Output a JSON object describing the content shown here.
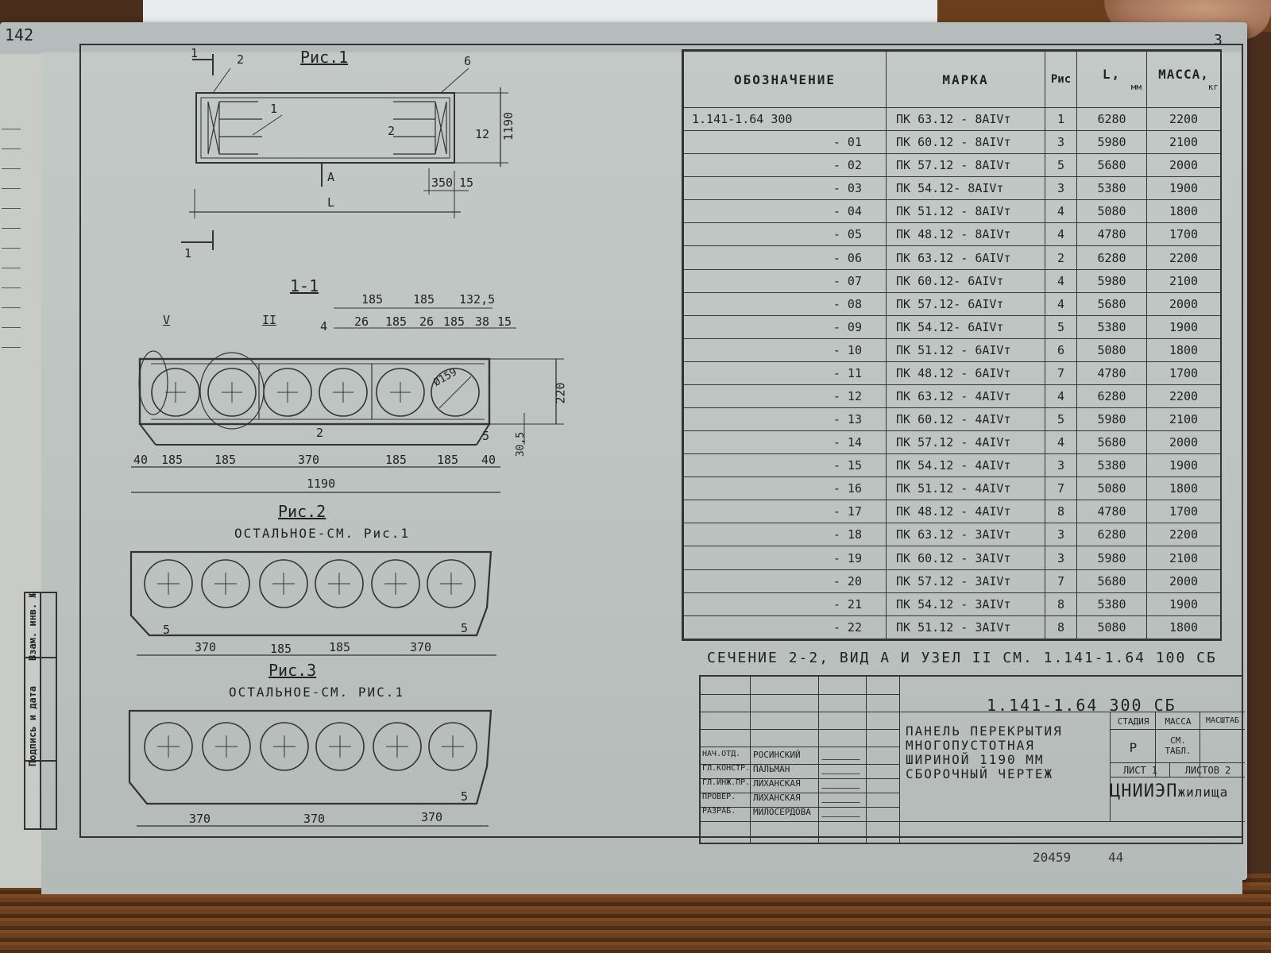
{
  "page_numbers": {
    "left": "142",
    "right": "3"
  },
  "figures": {
    "fig1": {
      "title": "Рис.1"
    },
    "section": {
      "title": "1-1"
    },
    "fig2": {
      "title": "Рис.2",
      "note": "ОСТАЛЬНОЕ-СМ. Рис.1"
    },
    "fig3": {
      "title": "Рис.3",
      "note": "ОСТАЛЬНОЕ-СМ. РИС.1"
    }
  },
  "fig1_labels": {
    "cut_mark": "1",
    "pos_2": "2",
    "pos_6": "6",
    "pos_1": "1",
    "cut_2": "2",
    "view_a": "A",
    "length": "L",
    "dim_1190": "1190",
    "dim_12": "12",
    "dim_350": "350",
    "dim_15": "15"
  },
  "section_labels": {
    "node_v": "V",
    "node_ii": "II",
    "pos_4": "4",
    "pos_2": "2",
    "pos_5": "5",
    "diameter": "Ø159",
    "top_185a": "185",
    "top_185b": "185",
    "top_1325": "132,5",
    "sub_26a": "26",
    "sub_185a": "185",
    "sub_26b": "26",
    "sub_185b": "185",
    "sub_38": "38",
    "sub_15": "15",
    "height_220": "220",
    "dim_305": "30,5",
    "bottom": [
      "40",
      "185",
      "185",
      "370",
      "185",
      "185",
      "40"
    ],
    "total": "1190"
  },
  "fig2_labels": {
    "pos_5a": "5",
    "pos_5b": "5",
    "dims": [
      "370",
      "185",
      "185",
      "370"
    ]
  },
  "fig3_labels": {
    "pos_5": "5",
    "dims": [
      "370",
      "370",
      "370"
    ]
  },
  "side_strip": {
    "inv": "Взам. инв. №",
    "sign": "Подпись и дата"
  },
  "table": {
    "headers": {
      "designation": "ОБОЗНАЧЕНИЕ",
      "mark": "МАРКА",
      "fig": "Рис",
      "length": "L,",
      "length_unit": "мм",
      "mass": "МАССА,",
      "mass_unit": "кг"
    },
    "rows": [
      {
        "des": "1.141-1.64 300",
        "mark": "ПК 63.12 - 8АIVт",
        "fig": "1",
        "l": "6280",
        "m": "2200"
      },
      {
        "des": "- 01",
        "mark": "ПК 60.12 - 8АIVт",
        "fig": "3",
        "l": "5980",
        "m": "2100"
      },
      {
        "des": "- 02",
        "mark": "ПК 57.12 - 8АIVт",
        "fig": "5",
        "l": "5680",
        "m": "2000"
      },
      {
        "des": "- 03",
        "mark": "ПК 54.12- 8АIVт",
        "fig": "3",
        "l": "5380",
        "m": "1900"
      },
      {
        "des": "- 04",
        "mark": "ПК 51.12 - 8АIVт",
        "fig": "4",
        "l": "5080",
        "m": "1800"
      },
      {
        "des": "- 05",
        "mark": "ПК 48.12 - 8АIVт",
        "fig": "4",
        "l": "4780",
        "m": "1700"
      },
      {
        "des": "- 06",
        "mark": "ПК 63.12 - 6АIVт",
        "fig": "2",
        "l": "6280",
        "m": "2200"
      },
      {
        "des": "- 07",
        "mark": "ПК 60.12- 6АIVт",
        "fig": "4",
        "l": "5980",
        "m": "2100"
      },
      {
        "des": "- 08",
        "mark": "ПК 57.12- 6АIVт",
        "fig": "4",
        "l": "5680",
        "m": "2000"
      },
      {
        "des": "- 09",
        "mark": "ПК 54.12- 6АIVт",
        "fig": "5",
        "l": "5380",
        "m": "1900"
      },
      {
        "des": "- 10",
        "mark": "ПК 51.12 - 6АIVт",
        "fig": "6",
        "l": "5080",
        "m": "1800"
      },
      {
        "des": "- 11",
        "mark": "ПК 48.12 - 6АIVт",
        "fig": "7",
        "l": "4780",
        "m": "1700"
      },
      {
        "des": "- 12",
        "mark": "ПК 63.12 - 4АIVт",
        "fig": "4",
        "l": "6280",
        "m": "2200"
      },
      {
        "des": "- 13",
        "mark": "ПК 60.12 - 4АIVт",
        "fig": "5",
        "l": "5980",
        "m": "2100"
      },
      {
        "des": "- 14",
        "mark": "ПК 57.12 - 4АIVт",
        "fig": "4",
        "l": "5680",
        "m": "2000"
      },
      {
        "des": "- 15",
        "mark": "ПК 54.12 - 4АIVт",
        "fig": "3",
        "l": "5380",
        "m": "1900"
      },
      {
        "des": "- 16",
        "mark": "ПК 51.12 - 4АIVт",
        "fig": "7",
        "l": "5080",
        "m": "1800"
      },
      {
        "des": "- 17",
        "mark": "ПК 48.12 - 4АIVт",
        "fig": "8",
        "l": "4780",
        "m": "1700"
      },
      {
        "des": "- 18",
        "mark": "ПК 63.12 - 3АIVт",
        "fig": "3",
        "l": "6280",
        "m": "2200"
      },
      {
        "des": "- 19",
        "mark": "ПК 60.12 - 3АIVт",
        "fig": "3",
        "l": "5980",
        "m": "2100"
      },
      {
        "des": "- 20",
        "mark": "ПК 57.12 - 3АIVт",
        "fig": "7",
        "l": "5680",
        "m": "2000"
      },
      {
        "des": "- 21",
        "mark": "ПК 54.12 - 3АIVт",
        "fig": "8",
        "l": "5380",
        "m": "1900"
      },
      {
        "des": "- 22",
        "mark": "ПК 51.12 - 3АIVт",
        "fig": "8",
        "l": "5080",
        "m": "1800"
      }
    ]
  },
  "section_note": "СЕЧЕНИЕ 2-2, ВИД А И УЗЕЛ II СМ. 1.141-1.64 100 СБ",
  "title_block": {
    "code": "1.141-1.64 300 СБ",
    "title_lines": [
      "ПАНЕЛЬ ПЕРЕКРЫТИЯ",
      "МНОГОПУСТОТНАЯ",
      "ШИРИНОЙ 1190 ММ",
      "СБОРОЧНЫЙ ЧЕРТЕЖ"
    ],
    "stage_label": "СТАДИЯ",
    "mass_label": "МАССА",
    "scale_label": "МАСШТАБ",
    "stage": "Р",
    "mass": "СМ. ТАБЛ.",
    "sheet": "ЛИСТ 1",
    "sheets": "ЛИСТОВ 2",
    "org": "ЦНИИЭП",
    "org_suffix": "жилища",
    "people": [
      {
        "role": "НАЧ.ОТД.",
        "name": "РОСИНСКИЙ"
      },
      {
        "role": "ГЛ.КОНСТР.",
        "name": "ПАЛЬМАН"
      },
      {
        "role": "ГЛ.ИНЖ.ПР.",
        "name": "ЛИХАНСКАЯ"
      },
      {
        "role": "ПРОВЕР.",
        "name": "ЛИХАНСКАЯ"
      },
      {
        "role": "РАЗРАБ.",
        "name": "МИЛОСЕРДОВА"
      }
    ]
  },
  "footer": {
    "inv": "20459",
    "num": "44"
  }
}
